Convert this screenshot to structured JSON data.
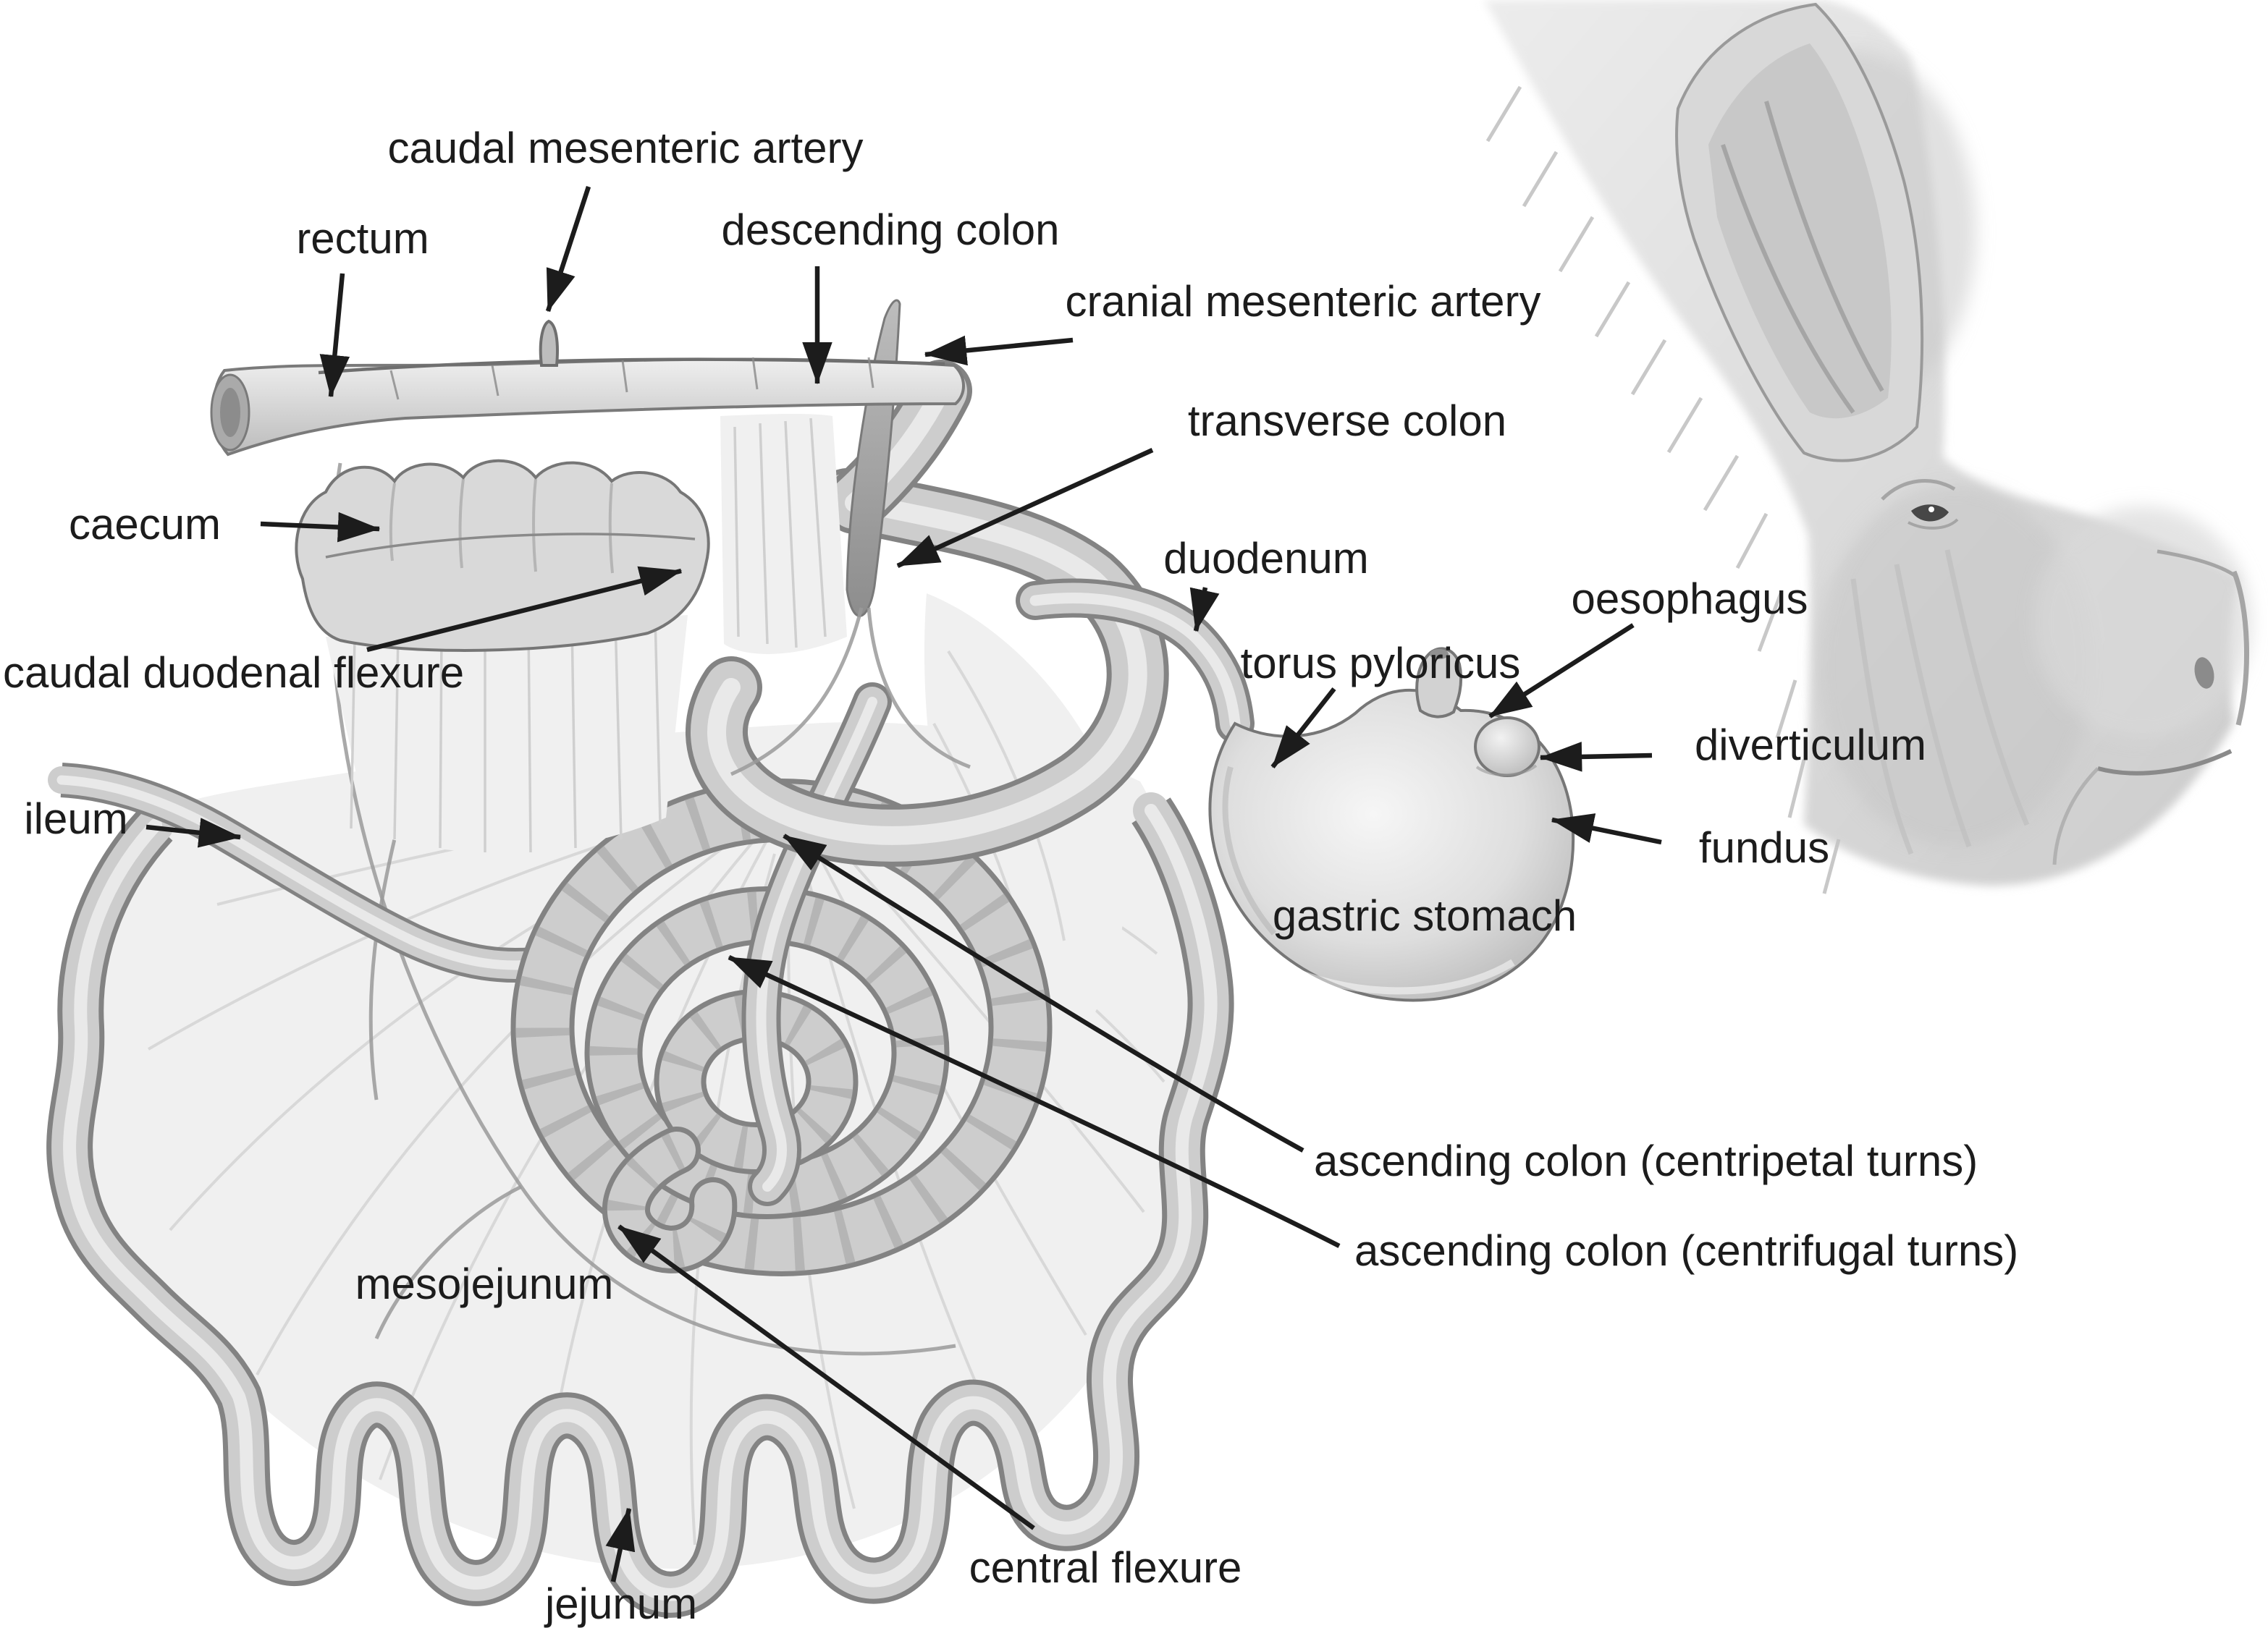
{
  "figure": {
    "labels": {
      "caudal_mesenteric_artery": "caudal mesenteric artery",
      "rectum": "rectum",
      "descending_colon": "descending colon",
      "cranial_mesenteric_artery": "cranial mesenteric artery",
      "transverse_colon": "transverse colon",
      "caecum": "caecum",
      "duodenum": "duodenum",
      "oesophagus": "oesophagus",
      "caudal_duodenal_flexure": "caudal duodenal flexure",
      "torus_pyloricus": "torus pyloricus",
      "diverticulum": "diverticulum",
      "ileum": "ileum",
      "fundus": "fundus",
      "gastric_stomach": "gastric stomach",
      "ascending_colon_centripetal": "ascending colon (centripetal turns)",
      "ascending_colon_centrifugal": "ascending colon (centrifugal turns)",
      "mesojejunum": "mesojejunum",
      "central_flexure": "central flexure",
      "jejunum": "jejunum"
    },
    "colors": {
      "background": "#ffffff",
      "label_text": "#1c1c1c",
      "leader_line": "#1c1c1c",
      "organ_fill_mid": "#d6d6d6",
      "organ_outline": "#767676",
      "membrane_fill": "#f0f0f0"
    }
  }
}
